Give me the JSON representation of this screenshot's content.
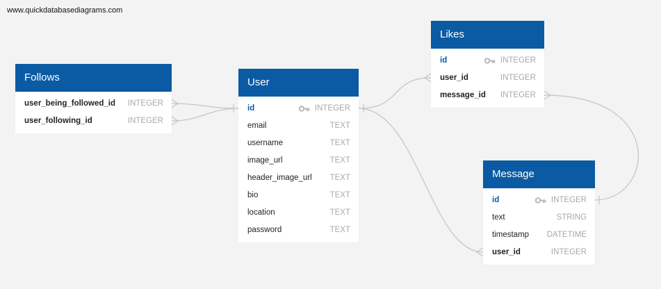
{
  "watermark": "www.quickdatabasediagrams.com",
  "colors": {
    "header": "#0a5aa4",
    "primary_key": "#0a5aa4",
    "type": "#a8a8a8",
    "link": "#c4c4c4"
  },
  "tables": {
    "follows": {
      "title": "Follows",
      "columns": [
        {
          "name": "user_being_followed_id",
          "type": "INTEGER"
        },
        {
          "name": "user_following_id",
          "type": "INTEGER"
        }
      ]
    },
    "user": {
      "title": "User",
      "columns": [
        {
          "name": "id",
          "type": "INTEGER",
          "icon": "key-icon"
        },
        {
          "name": "email",
          "type": "TEXT"
        },
        {
          "name": "username",
          "type": "TEXT"
        },
        {
          "name": "image_url",
          "type": "TEXT"
        },
        {
          "name": "header_image_url",
          "type": "TEXT"
        },
        {
          "name": "bio",
          "type": "TEXT"
        },
        {
          "name": "location",
          "type": "TEXT"
        },
        {
          "name": "password",
          "type": "TEXT"
        }
      ]
    },
    "likes": {
      "title": "Likes",
      "columns": [
        {
          "name": "id",
          "type": "INTEGER",
          "icon": "key-icon"
        },
        {
          "name": "user_id",
          "type": "INTEGER"
        },
        {
          "name": "message_id",
          "type": "INTEGER"
        }
      ]
    },
    "message": {
      "title": "Message",
      "columns": [
        {
          "name": "id",
          "type": "INTEGER",
          "icon": "key-icon"
        },
        {
          "name": "text",
          "type": "STRING"
        },
        {
          "name": "timestamp",
          "type": "DATETIME"
        },
        {
          "name": "user_id",
          "type": "INTEGER"
        }
      ]
    }
  }
}
